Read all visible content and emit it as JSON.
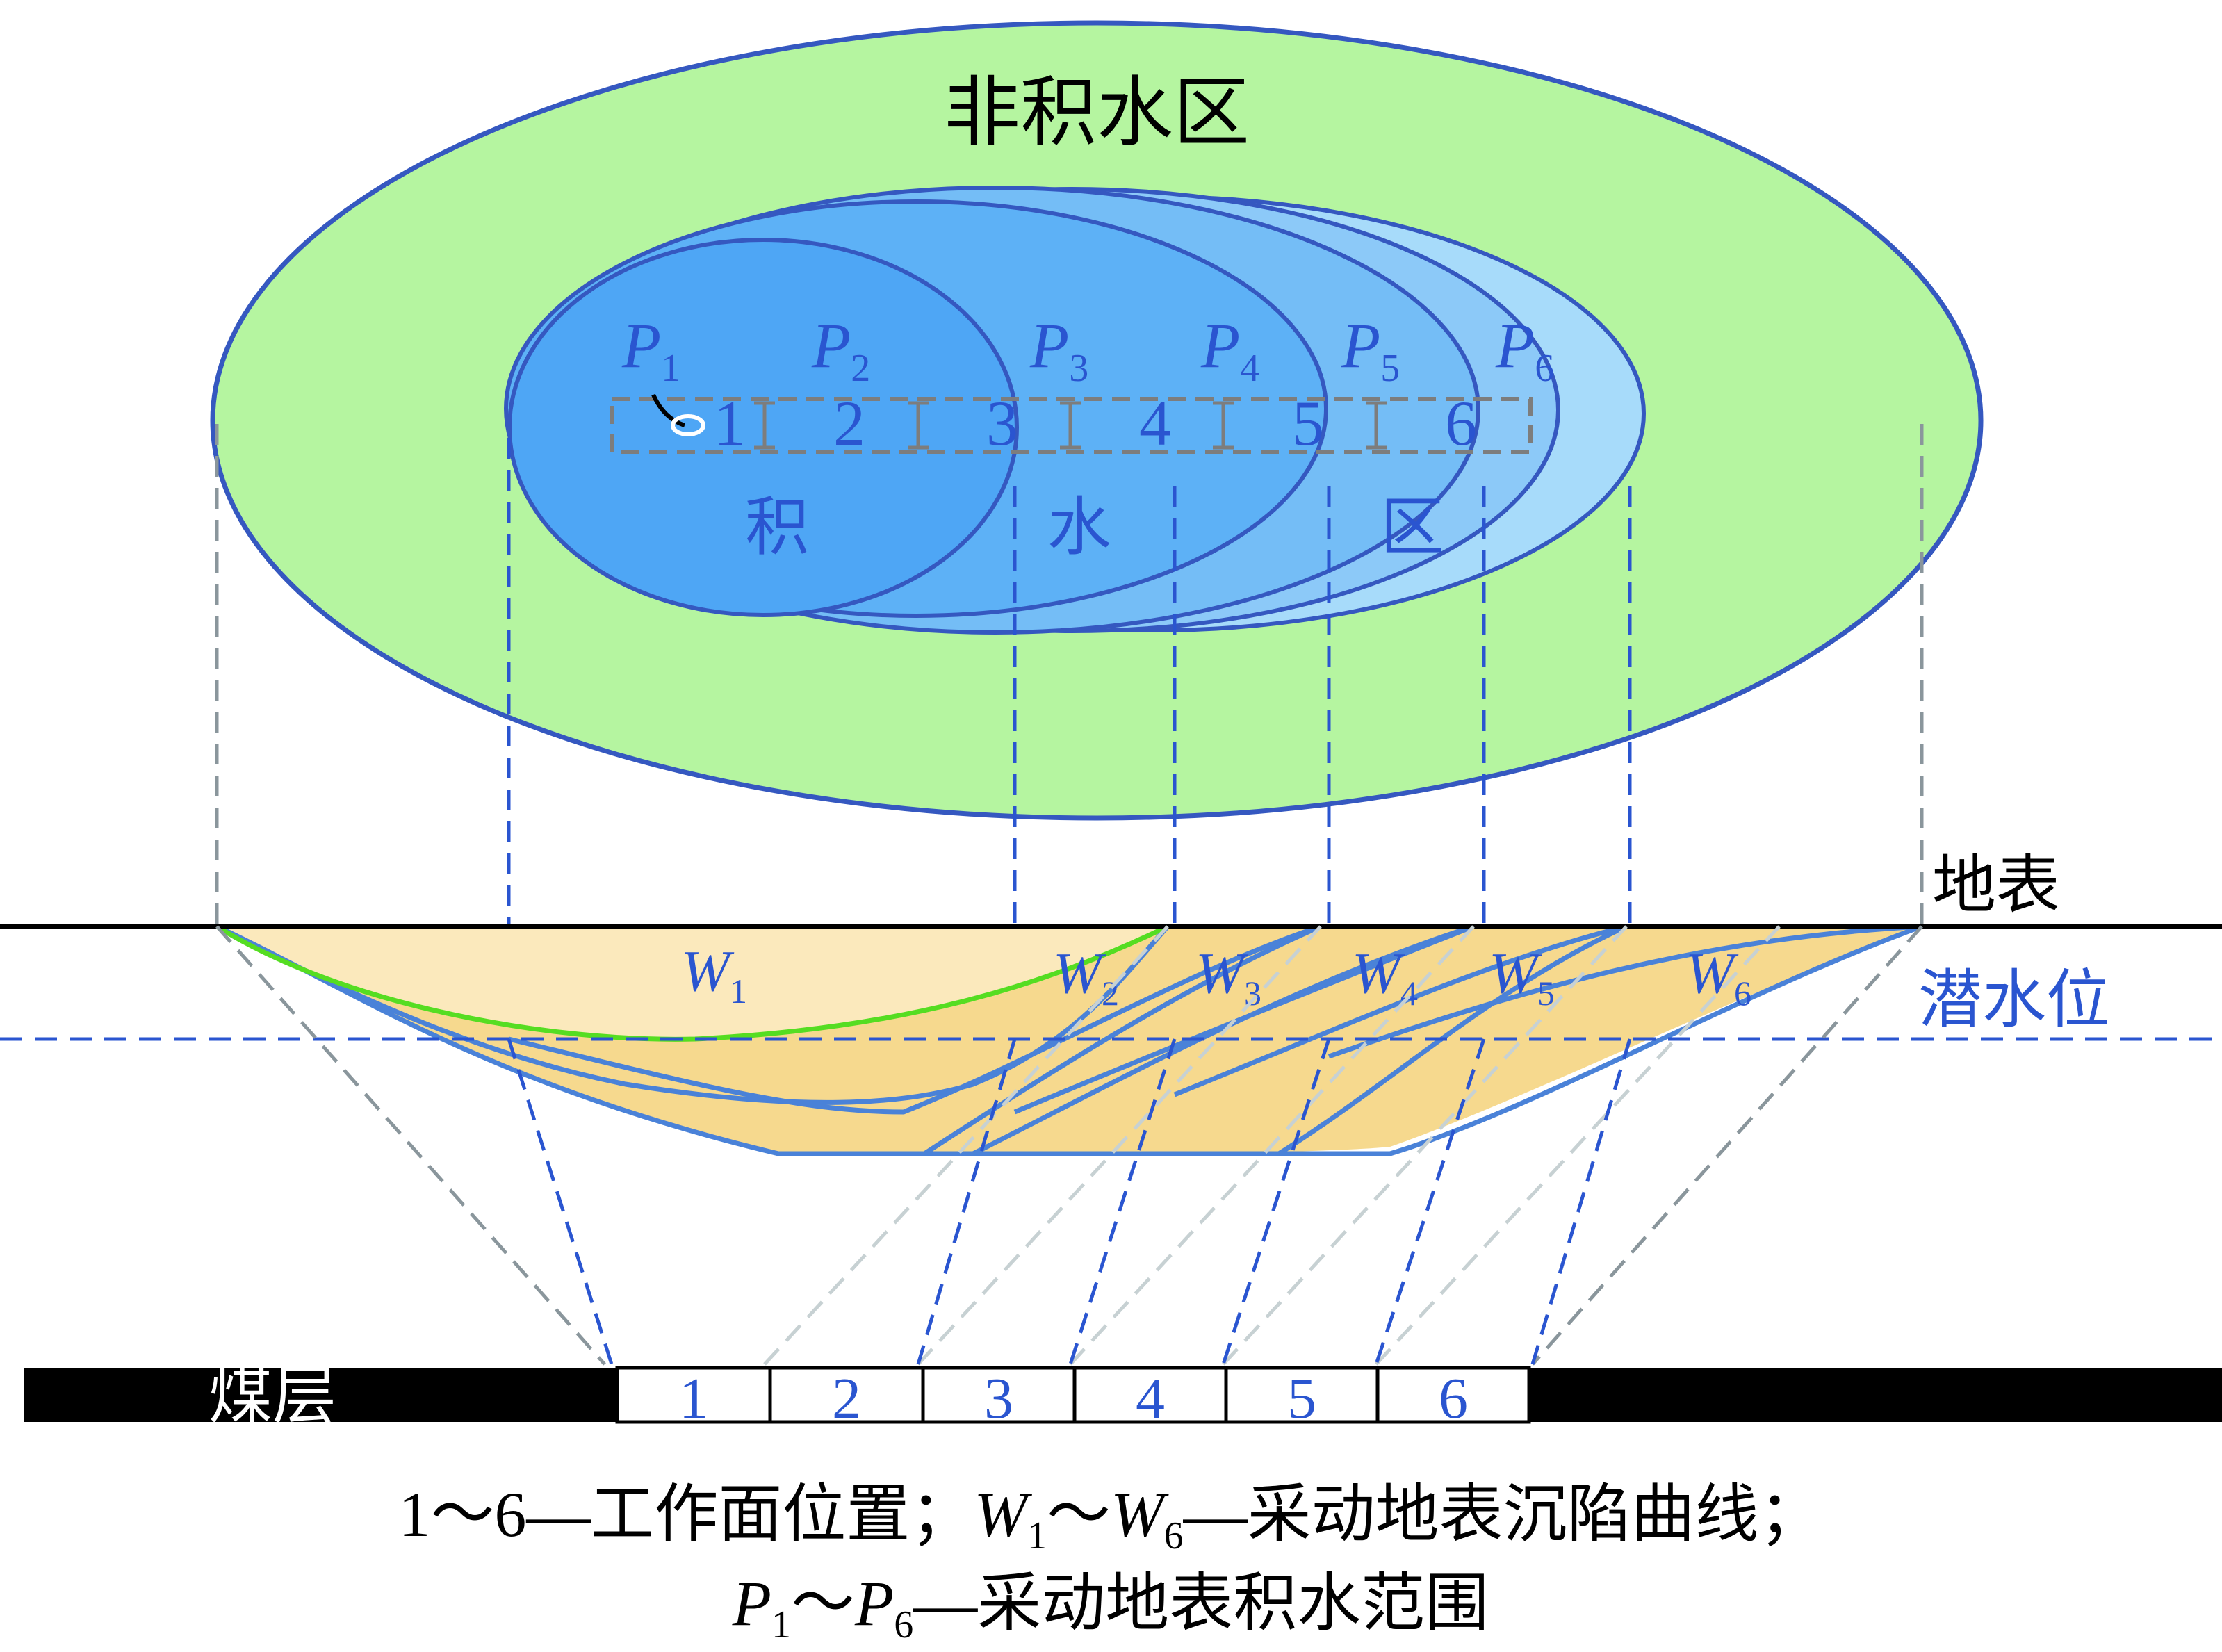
{
  "labels": {
    "non_ponding_zone": "非积水区",
    "ponding_char_1": "积",
    "ponding_char_2": "水",
    "ponding_char_3": "区",
    "ground_surface": "地表",
    "water_table": "潜水位",
    "coal_seam": "煤层"
  },
  "ponding_ranges": [
    {
      "letter": "P",
      "sub": "1"
    },
    {
      "letter": "P",
      "sub": "2"
    },
    {
      "letter": "P",
      "sub": "3"
    },
    {
      "letter": "P",
      "sub": "4"
    },
    {
      "letter": "P",
      "sub": "5"
    },
    {
      "letter": "P",
      "sub": "6"
    }
  ],
  "subsidence_curves": [
    {
      "letter": "W",
      "sub": "1"
    },
    {
      "letter": "W",
      "sub": "2"
    },
    {
      "letter": "W",
      "sub": "3"
    },
    {
      "letter": "W",
      "sub": "4"
    },
    {
      "letter": "W",
      "sub": "5"
    },
    {
      "letter": "W",
      "sub": "6"
    }
  ],
  "panel_numbers": [
    "1",
    "2",
    "3",
    "4",
    "5",
    "6"
  ],
  "caption": {
    "line1_a": "1～6—工作面位置；",
    "line1_w1": "W",
    "line1_w1_sub": "1",
    "line1_mid": "～",
    "line1_w6": "W",
    "line1_w6_sub": "6",
    "line1_b": "—采动地表沉陷曲线；",
    "line2_p1": "P",
    "line2_p1_sub": "1",
    "line2_mid": "～",
    "line2_p6": "P",
    "line2_p6_sub": "6",
    "line2_b": "—采动地表积水范围"
  },
  "colors": {
    "non_ponding_fill": "#b5f5a0",
    "outline_blue": "#3558c0",
    "p1_fill": "#4ea6f5",
    "p2_fill": "#5db1f6",
    "p3_fill": "#74bdf6",
    "p4_fill": "#8cc9f8",
    "p5_fill": "#a7dbfa",
    "label_blue": "#2a55d0",
    "trough_fill_light": "#fbe9bc",
    "trough_fill": "#f6d98e",
    "w1_green": "#55dd22",
    "gray_dash": "#8a969c",
    "coal_black": "#000000"
  }
}
